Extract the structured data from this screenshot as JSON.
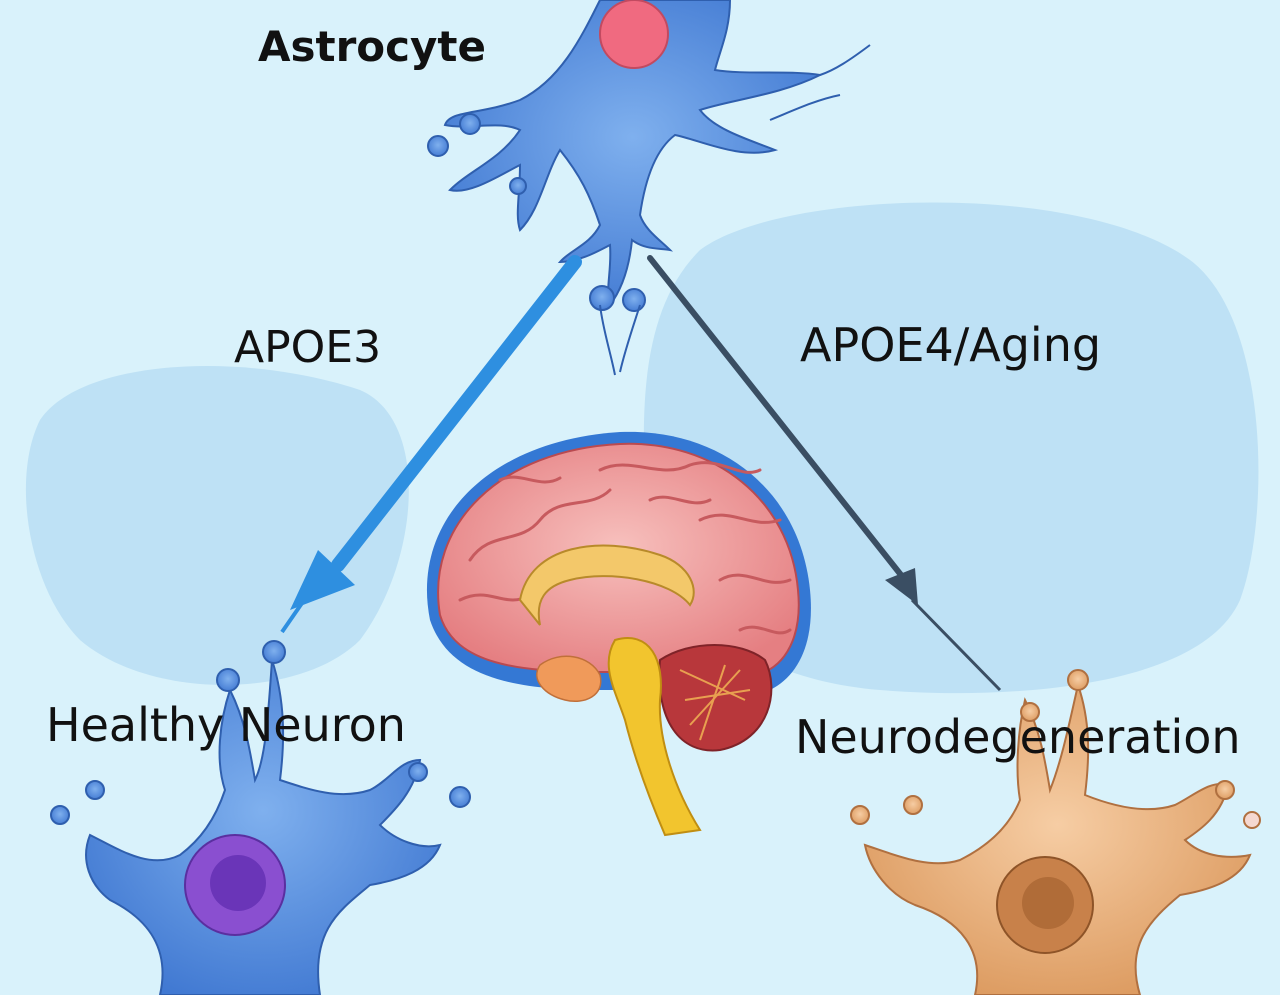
{
  "labels": {
    "astrocyte": "Astrocyte",
    "apoe3": "APOE3",
    "apoe4": "APOE4/Aging",
    "healthy_neuron": "Healthy Neuron",
    "neurodegeneration": "Neurodegeneration"
  },
  "colors": {
    "background": "#d9f2fb",
    "blob": "#b8def3",
    "astrocyte_body": "#4d86d8",
    "astrocyte_nucleus": "#f06a80",
    "healthy_neuron_body": "#5b8fe0",
    "healthy_neuron_nucleus": "#8a4fd0",
    "degenerating_neuron_body": "#e8b07e",
    "degenerating_neuron_nucleus": "#c8814a",
    "apoe3_arrow": "#2e8fe0",
    "apoe4_arrow": "#3a4e63",
    "brain_cortex": "#f0a0a0",
    "brain_outline": "#3478d4",
    "brainstem": "#f2c52e",
    "cerebellum": "#b8373b"
  },
  "icons": [
    "astrocyte-cell-icon",
    "brain-icon",
    "healthy-neuron-icon",
    "degenerating-neuron-icon"
  ]
}
